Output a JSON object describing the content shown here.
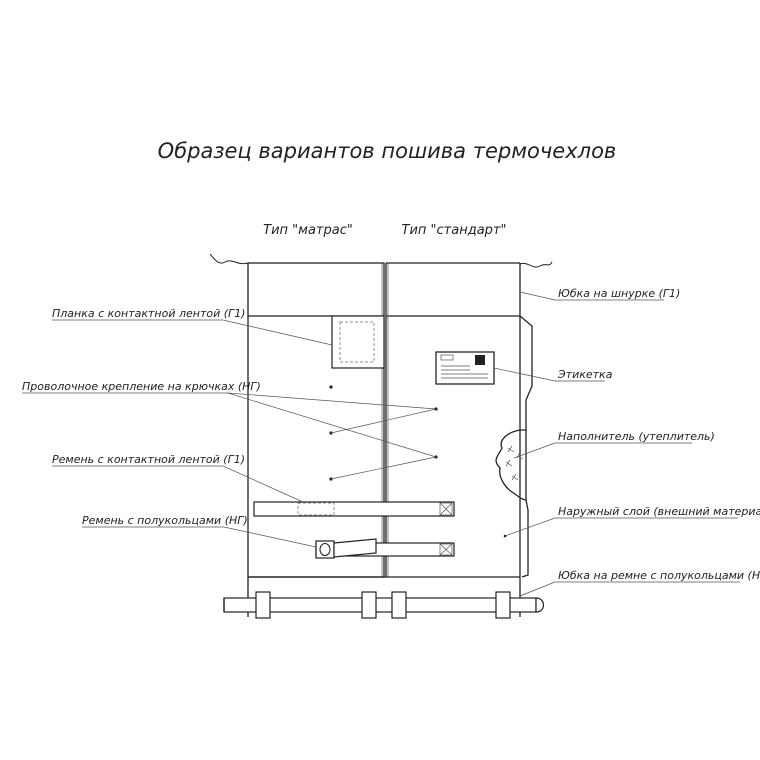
{
  "title": "Образец вариантов пошива термочехлов",
  "types": {
    "left": "Тип \"матрас\"",
    "right": "Тип \"стандарт\""
  },
  "labels": {
    "planka": "Планка с контактной лентой (Г1)",
    "wire": "Проволочное крепление на крючках (НГ)",
    "belt_contact": "Ремень с контактной лентой (Г1)",
    "belt_halfring": "Ремень с полукольцами (НГ)",
    "skirt_cord": "Юбка на шнурке (Г1)",
    "etiketka": "Этикетка",
    "filler": "Наполнитель (утеплитель)",
    "outer_layer": "Наружный слой (внешний материал)",
    "skirt_belt": "Юбка на ремне с полукольцами (НГ)"
  }
}
